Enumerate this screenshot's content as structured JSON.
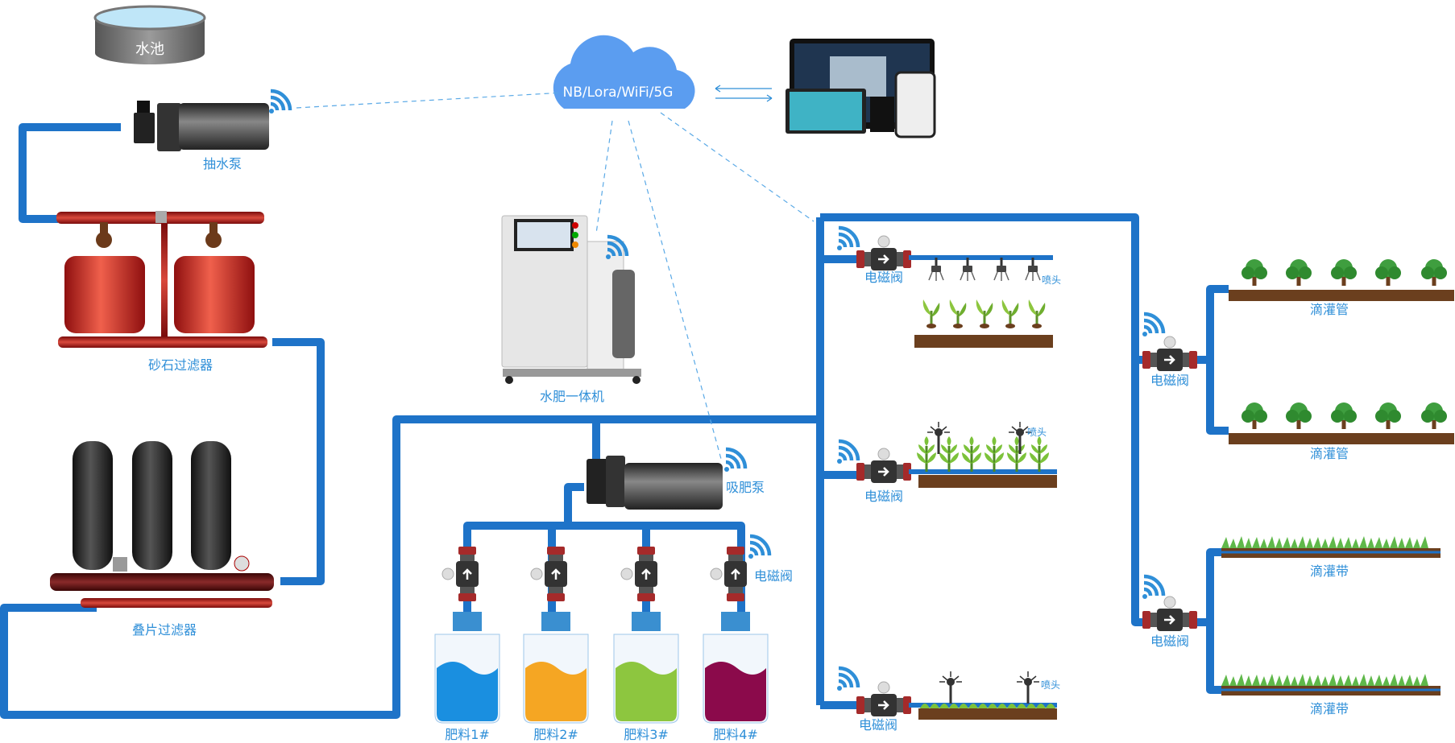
{
  "labels": {
    "pool": "水池",
    "pump": "抽水泵",
    "sand_filter": "砂石过滤器",
    "disc_filter": "叠片过滤器",
    "integrated_machine": "水肥一体机",
    "suction_pump": "吸肥泵",
    "network": "NB/Lora/WiFi/5G",
    "valve_fert": "电磁阀",
    "valve_1": "电磁阀",
    "valve_2": "电磁阀",
    "valve_3": "电磁阀",
    "valve_right_1": "电磁阀",
    "valve_right_2": "电磁阀",
    "nozzle_1": "喷头",
    "nozzle_2": "喷头",
    "nozzle_3": "喷头",
    "drip_pipe_1": "滴灌管",
    "drip_pipe_2": "滴灌管",
    "drip_tape_1": "滴灌带",
    "drip_tape_2": "滴灌带",
    "fert_1": "肥料1#",
    "fert_2": "肥料2#",
    "fert_3": "肥料3#",
    "fert_4": "肥料4#"
  },
  "colors": {
    "pipe": "#1e73c8",
    "signal": "#2f8fd8",
    "network_cloud": "#5b9df0",
    "fert_1": "#1a8fe0",
    "fert_2": "#f5a623",
    "fert_3": "#8dc63f",
    "fert_4": "#8b0a4b"
  },
  "icons": [
    "wifi-signal-icon",
    "valve-arrow-icon",
    "sprinkler-icon",
    "tree-icon",
    "grass-icon",
    "cloud-icon"
  ]
}
